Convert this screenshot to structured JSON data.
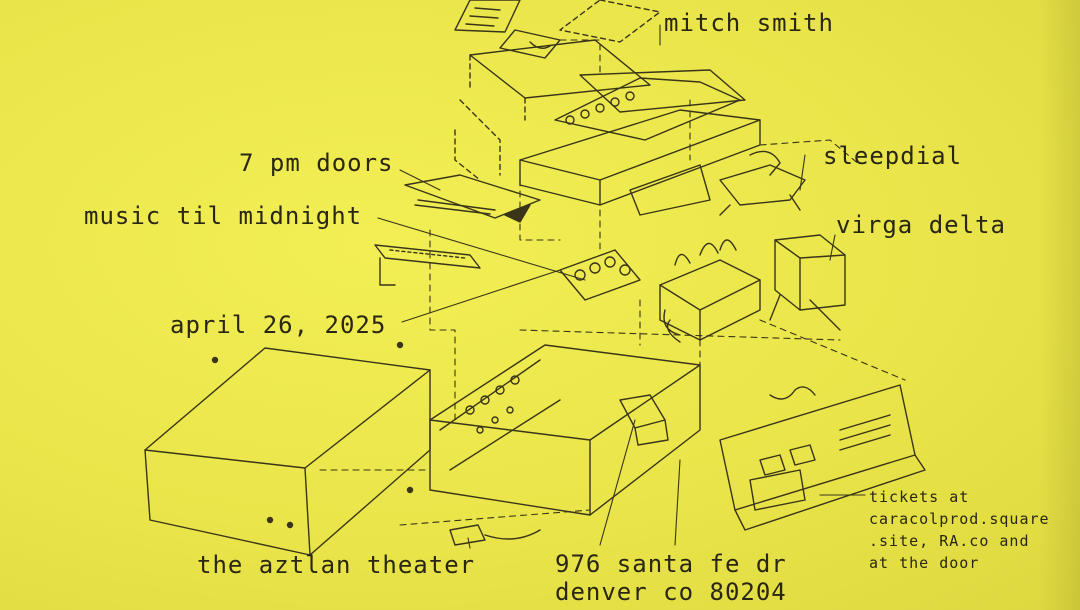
{
  "flyer": {
    "performers": [
      "mitch smith",
      "sleepdial",
      "virga delta"
    ],
    "doors": "7 pm doors",
    "music": "music til midnight",
    "date": "april 26, 2025",
    "venue": "the aztlan theater",
    "address_line1": "976 santa fe dr",
    "address_line2": "denver co 80204",
    "tickets_lines": [
      "tickets at",
      "caracolprod.square",
      ".site, RA.co and",
      "at the door"
    ]
  },
  "colors": {
    "paper": "#e9e648",
    "ink": "#2a2614"
  }
}
